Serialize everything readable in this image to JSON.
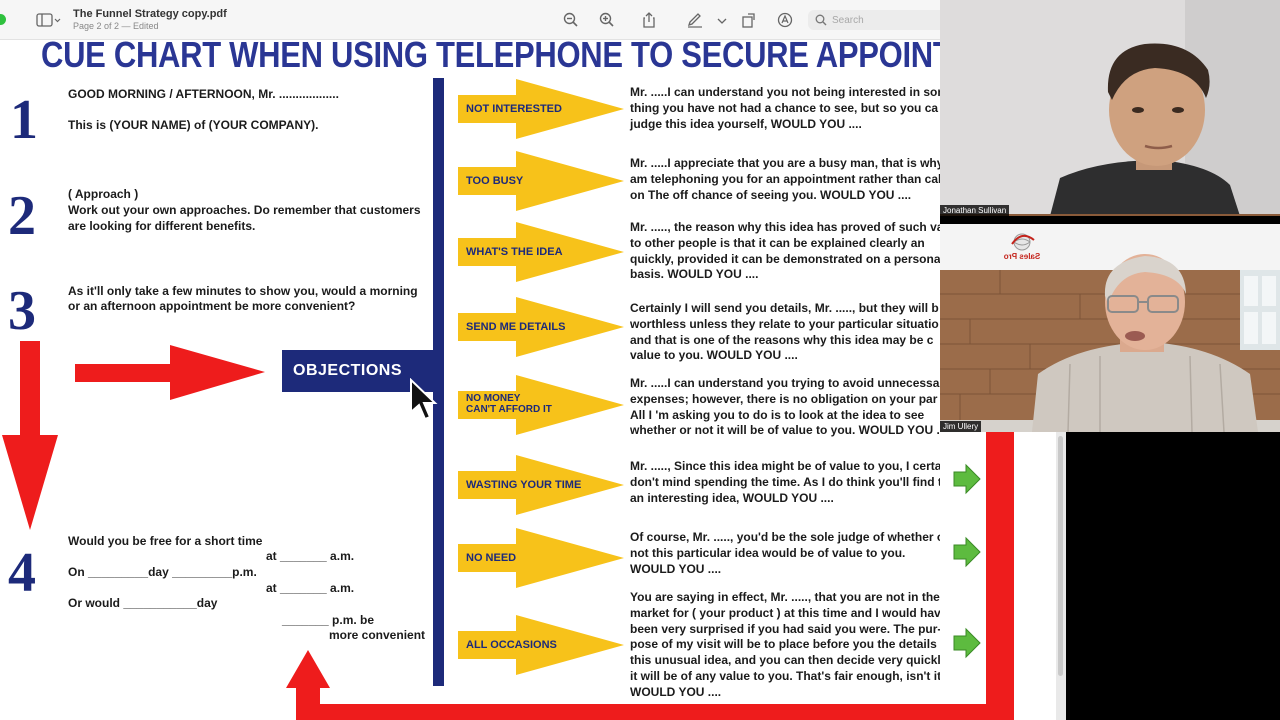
{
  "window": {
    "title": "The Funnel Strategy copy.pdf",
    "subtitle": "Page 2 of 2 — Edited",
    "search_placeholder": "Search",
    "toolbar_icons": [
      "sidebar-icon",
      "zoom-out-icon",
      "zoom-in-icon",
      "share-icon",
      "markup-pen-icon",
      "rotate-icon",
      "annotate-icon",
      "search-icon"
    ]
  },
  "colors": {
    "navy": "#1d2a7a",
    "heading_blue": "#2a3694",
    "arrow_yellow": "#f7c21a",
    "arrow_red": "#ee1c1c",
    "arrow_green": "#5dbb3f"
  },
  "pdf": {
    "heading": "CUE CHART WHEN USING TELEPHONE TO SECURE APPOINTMEN",
    "steps": [
      {
        "num": "1",
        "lines": [
          "GOOD MORNING / AFTERNOON,  Mr.  ..................",
          "This is (YOUR NAME) of (YOUR COMPANY)."
        ]
      },
      {
        "num": "2",
        "lines": [
          "( Approach )",
          "Work out your own approaches.  Do remember that customers",
          "are looking for different benefits."
        ]
      },
      {
        "num": "3",
        "lines": [
          "As it'll only take a few minutes to show you, would a morning",
          "or an afternoon appointment be more convenient?"
        ]
      },
      {
        "num": "4",
        "lines": [
          "Would you be free for a short time",
          "On _________day _________p.m.",
          "Or would ___________day",
          "at _______ a.m.",
          "at _______ a.m.",
          "_______ p.m. be",
          "more convenient"
        ]
      }
    ],
    "objections_label": "OBJECTIONS",
    "objections": [
      {
        "label": "NOT INTERESTED",
        "response": [
          "Mr. .....I can understand you not being interested in some",
          "thing you have not had a chance to see, but so you ca",
          "judge this idea yourself,  WOULD YOU ...."
        ]
      },
      {
        "label": "TOO BUSY",
        "response": [
          "Mr. .....I appreciate that you are a busy man, that is why",
          "am telephoning you for an appointment rather than callin",
          "on The off chance of seeing you.  WOULD YOU ...."
        ]
      },
      {
        "label": "WHAT'S THE IDEA",
        "response": [
          "Mr. ....., the reason why this idea has proved of such valu",
          "to other people is that it can be explained clearly an",
          "quickly, provided it can be demonstrated on a personal",
          "basis.  WOULD YOU ...."
        ]
      },
      {
        "label": "SEND ME DETAILS",
        "response": [
          "Certainly I will send you details,  Mr. ....., but they will b",
          "worthless unless they relate to your particular situatio",
          "and that is one of the reasons why this idea may be c",
          "value to you.   WOULD YOU ...."
        ]
      },
      {
        "label": "NO MONEY\nCAN'T AFFORD IT",
        "label_line1": "NO MONEY",
        "label_line2": "CAN'T AFFORD IT",
        "response": [
          "Mr. .....I can understand you trying to avoid unnecessar",
          "expenses; however, there is no obligation on your par",
          "All I 'm asking you to do is to look at the idea to see",
          "whether or not it will be of value to you.  WOULD YOU ...."
        ]
      },
      {
        "label": "WASTING YOUR TIME",
        "response": [
          "Mr. ....., Since this idea might be of value to you, I certainly",
          "don't mind spending the time.  As I do think you'll find this",
          "an interesting idea,   WOULD YOU ...."
        ]
      },
      {
        "label": "NO NEED",
        "response": [
          "Of course, Mr. ....., you'd be the sole judge of whether or",
          "not this particular idea would be of value to you.",
          "WOULD YOU ...."
        ]
      },
      {
        "label": "ALL OCCASIONS",
        "response": [
          "You are saying in effect, Mr. ....., that you are not in the",
          "market for  ( your product ) at this time and I would have",
          "been very surprised if you had said you were.  The pur-",
          "pose of my visit will be to place before you the details of",
          "this unusual idea, and you can then decide very quickly if",
          "it will be of any value to you.  That's fair enough, isn't it?",
          "WOULD YOU ...."
        ]
      }
    ]
  },
  "participants": [
    {
      "name": "Jonathan Sullivan"
    },
    {
      "name": "Jim Ullery",
      "brand": "Sales Pro"
    }
  ]
}
